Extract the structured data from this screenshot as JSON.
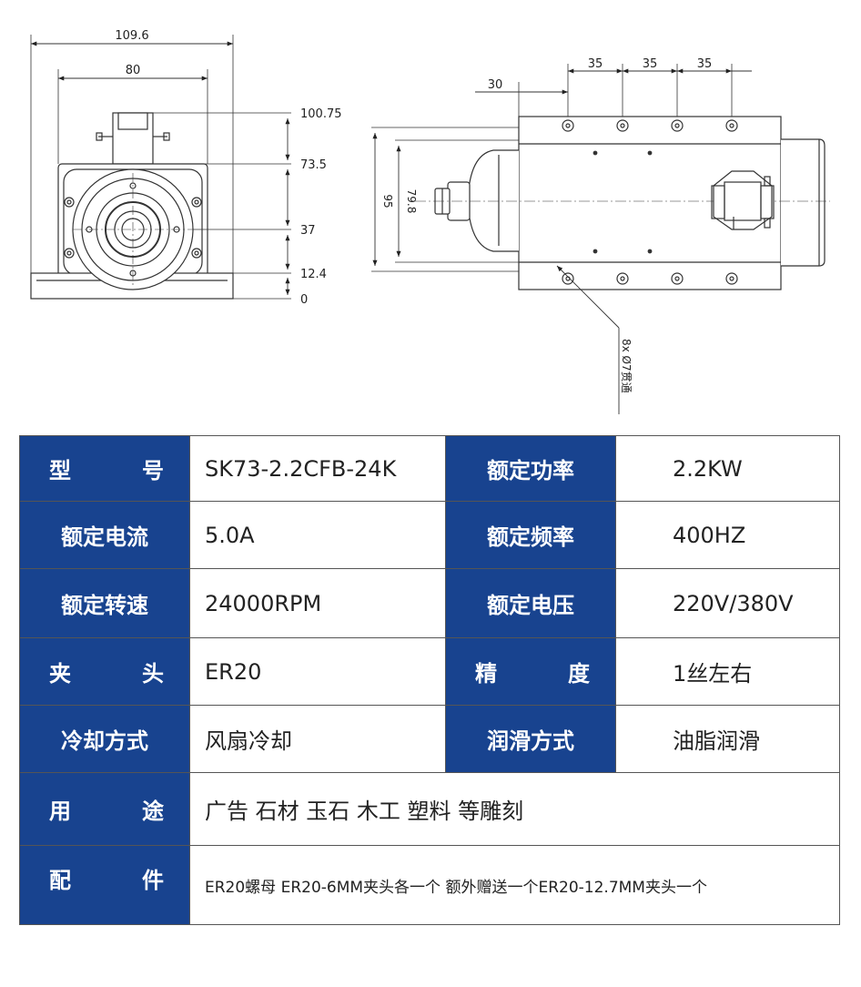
{
  "drawing": {
    "front_view": {
      "width_dims": [
        "109.6",
        "80"
      ],
      "height_dims": [
        "100.75",
        "73.5",
        "37",
        "12.4",
        "0"
      ]
    },
    "side_view": {
      "spacing_dims": [
        "30",
        "35",
        "35",
        "35"
      ],
      "height_dims": [
        "95",
        "79.8"
      ],
      "hole_note": "8x Ø7贯通"
    }
  },
  "spec_table": {
    "rows": [
      {
        "label1": [
          "型",
          "号"
        ],
        "value1": "SK73-2.2CFB-24K",
        "label2": "额定功率",
        "value2": "2.2KW"
      },
      {
        "label1": [
          "额定电流"
        ],
        "value1": "5.0A",
        "label2": "额定频率",
        "value2": "400HZ"
      },
      {
        "label1": [
          "额定转速"
        ],
        "value1": "24000RPM",
        "label2": "额定电压",
        "value2": "220V/380V"
      },
      {
        "label1": [
          "夹",
          "头"
        ],
        "value1": "ER20",
        "label2": [
          "精",
          "度"
        ],
        "value2": "1丝左右"
      },
      {
        "label1": [
          "冷却方式"
        ],
        "value1": "风扇冷却",
        "label2": "润滑方式",
        "value2": "油脂润滑"
      },
      {
        "label1": [
          "用",
          "途"
        ],
        "value1": "广告 石材 玉石 木工 塑料 等雕刻"
      },
      {
        "label1": [
          "配",
          "件"
        ],
        "value1": "ER20螺母 ER20-6MM夹头各一个 额外赠送一个ER20-12.7MM夹头一个"
      }
    ]
  },
  "colors": {
    "header_blue": "#18438f",
    "border": "#555555",
    "text": "#222222"
  }
}
